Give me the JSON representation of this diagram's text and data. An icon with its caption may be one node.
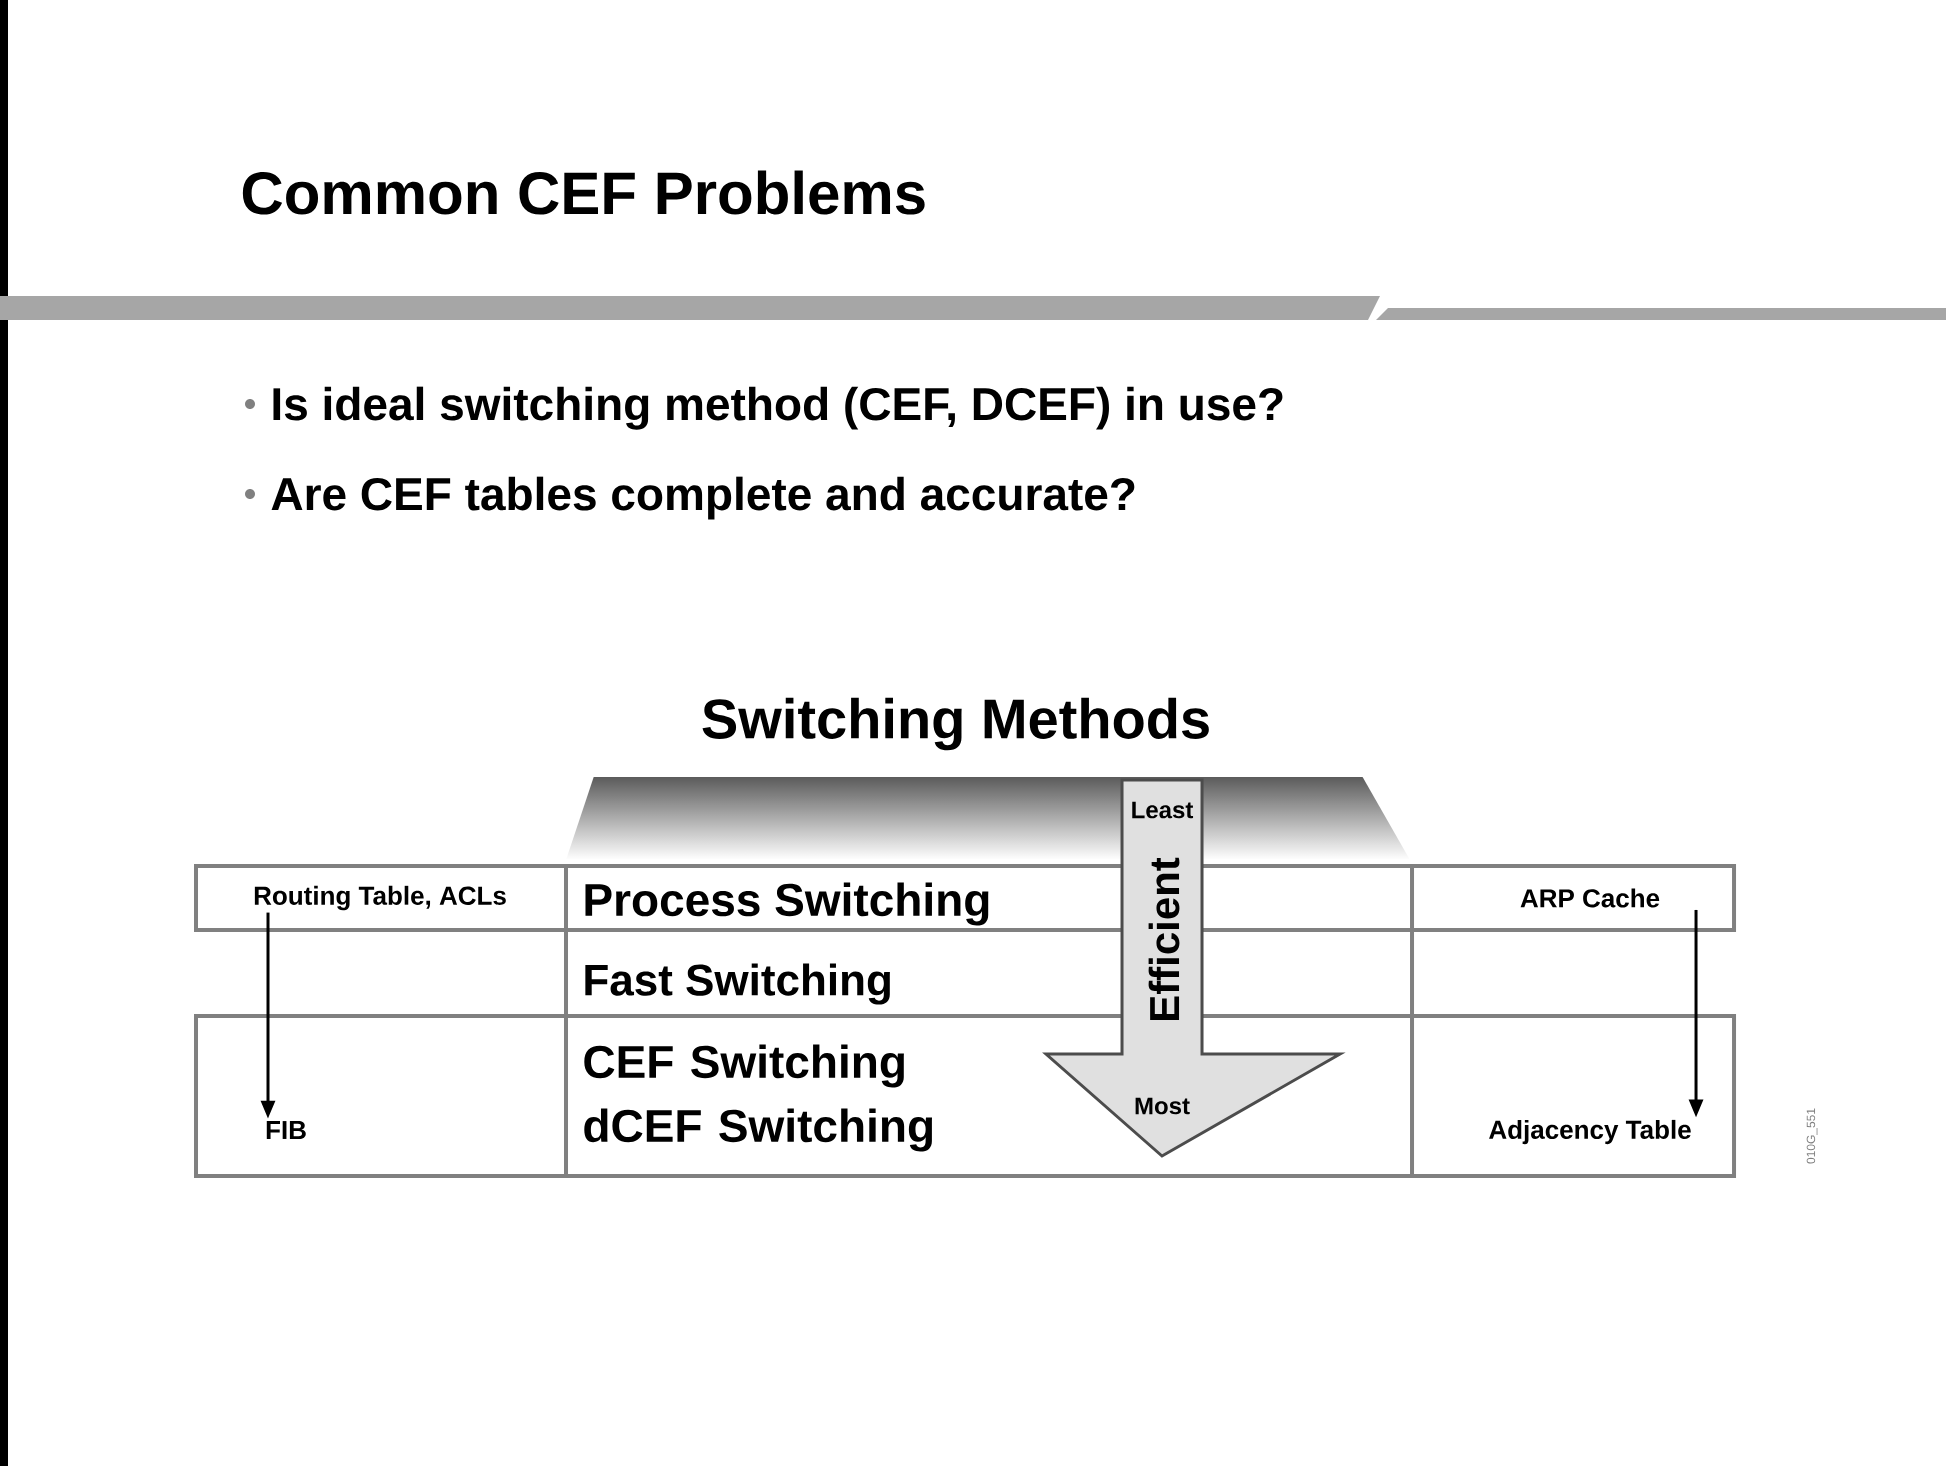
{
  "diagram": {
    "title": "Common CEF Problems",
    "nodes": [
      {
        "text": [
          "Routing Table, ACLs"
        ]
      },
      {
        "text": [
          "FIB"
        ]
      },
      {
        "text": [
          "ARP Cache"
        ]
      },
      {
        "text": [
          "Adjacency Table"
        ]
      },
      {
        "text": [
          "Process Switching"
        ]
      },
      {
        "text": [
          "Fast Switching"
        ]
      },
      {
        "text": [
          "CEF Switching dCEF Switching"
        ]
      },
      {
        "text": [
          "Least",
          "Efficient",
          "Most"
        ]
      }
    ],
    "edges": [
      {
        "from": 0,
        "to": 1,
        "arrow": "to"
      },
      {
        "from": 2,
        "to": 3,
        "arrow": "to"
      }
    ],
    "labels": [
      "Is ideal switching method (CEF, DCEF) in use?",
      "Are CEF tables complete and accurate?",
      "Switching Methods",
      "010G_551"
    ]
  }
}
